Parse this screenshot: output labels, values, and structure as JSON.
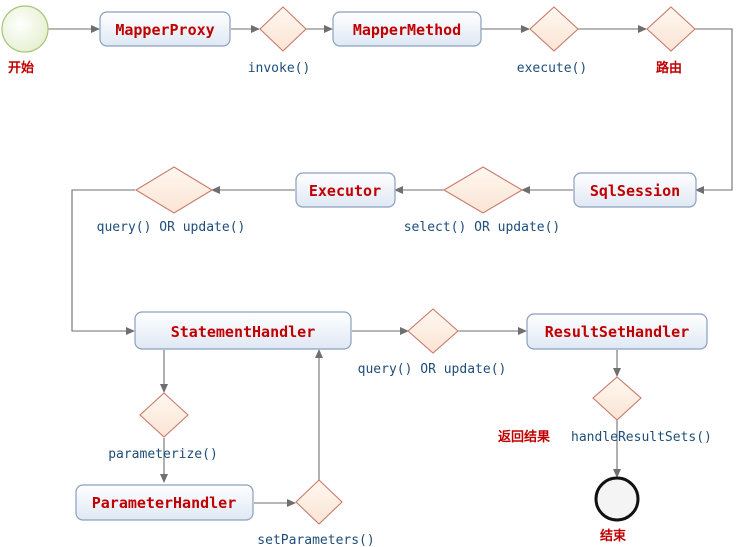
{
  "nodes": {
    "start": "开始",
    "end": "结束",
    "mapper_proxy": "MapperProxy",
    "mapper_method": "MapperMethod",
    "sql_session": "SqlSession",
    "executor": "Executor",
    "statement_handler": "StatementHandler",
    "result_set_handler": "ResultSetHandler",
    "parameter_handler": "ParameterHandler"
  },
  "labels": {
    "invoke": "invoke()",
    "execute": "execute()",
    "route": "路由",
    "select_or_update": "select() OR update()",
    "query_or_update_1": "query() OR update()",
    "query_or_update_2": "query() OR update()",
    "parameterize": "parameterize()",
    "set_parameters": "setParameters()",
    "return_result": "返回结果",
    "handle_result_sets": "handleResultSets()"
  },
  "colors": {
    "node_text": "#c00000",
    "label_text": "#1f4e79",
    "start_fill": "#eef5dd",
    "end_fill": "#f2f2f2"
  }
}
